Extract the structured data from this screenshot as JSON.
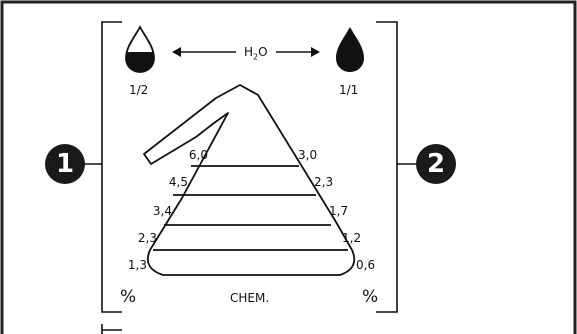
{
  "h2o": {
    "prefix": "H",
    "subscript": "2",
    "suffix": "O"
  },
  "fill_labels": {
    "left": "1/2",
    "right": "1/1"
  },
  "scale": {
    "left": [
      "6,0",
      "4,5",
      "3,4",
      "2,3",
      "1,3"
    ],
    "right": [
      "3,0",
      "2,3",
      "1,7",
      "1,2",
      "0,6"
    ]
  },
  "percent": {
    "left": "%",
    "right": "%"
  },
  "chem_label": "CHEM.",
  "callouts": {
    "left": "1",
    "right": "2"
  },
  "colors": {
    "ink": "#111111",
    "callout_fill": "#1a1a1a",
    "callout_text": "#ffffff",
    "frame": "#222222"
  },
  "icons": {
    "left": "half-filled-drop-icon",
    "right": "full-drop-icon"
  }
}
